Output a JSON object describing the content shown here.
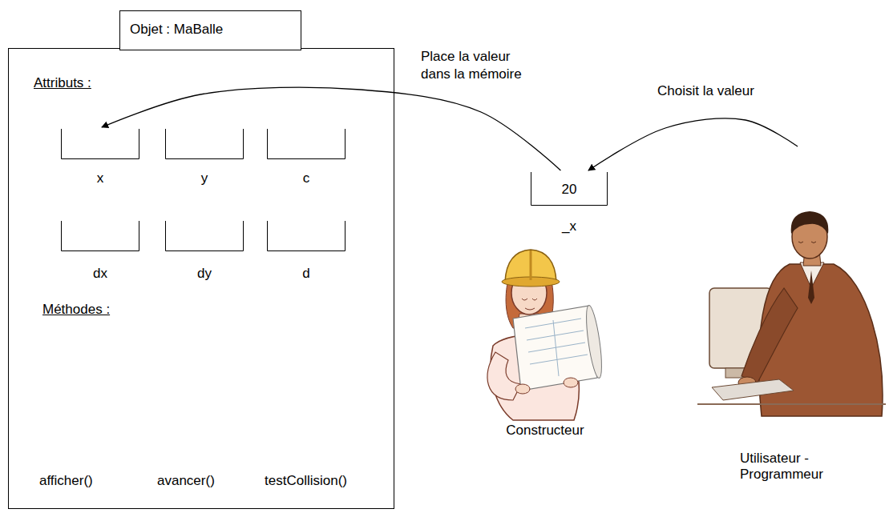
{
  "diagram": {
    "nodes": [
      {
        "text": [
          "Objet : MaBalle",
          "Attributs :",
          "Méthodes :",
          "afficher()",
          "avancer()",
          "testCollision()"
        ]
      },
      {
        "text": [
          "x"
        ],
        "in": 0
      },
      {
        "text": [
          "y"
        ],
        "in": 0
      },
      {
        "text": [
          "c"
        ],
        "in": 0
      },
      {
        "text": [
          "dx"
        ],
        "in": 0
      },
      {
        "text": [
          "dy"
        ],
        "in": 0
      },
      {
        "text": [
          "d"
        ],
        "in": 0
      },
      {
        "text": [
          "20",
          "_x"
        ]
      },
      {
        "text": [
          "Constructeur"
        ]
      },
      {
        "text": [
          "Utilisateur - Programmeur"
        ]
      }
    ],
    "edges": [
      {
        "from": 9,
        "to": 7,
        "label": "Choisit la valeur",
        "arrow": "to"
      },
      {
        "from": 7,
        "to": 1,
        "label": "Place la valeur dans la mémoire",
        "arrow": "to"
      }
    ]
  }
}
